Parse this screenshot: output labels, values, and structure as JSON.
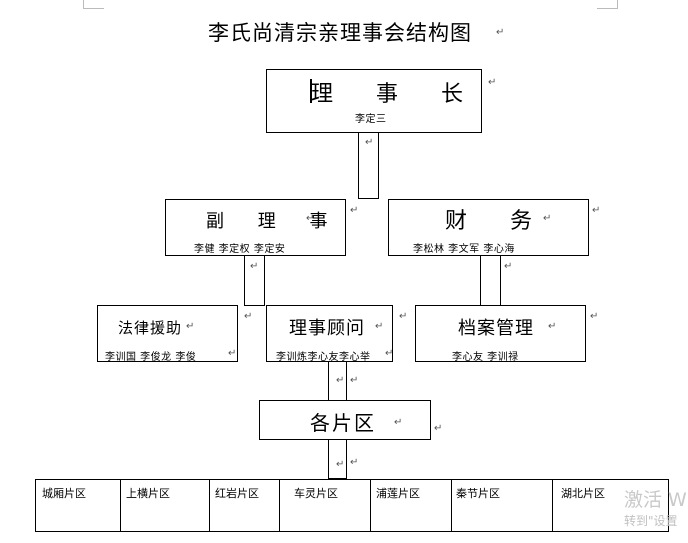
{
  "page": {
    "title": "李氏尚清宗亲理事会结构图"
  },
  "nodes": {
    "chairman": {
      "label": "理 事 长",
      "members": "李定三"
    },
    "vice": {
      "label": "副 理 事",
      "members": "李健 李定权 李定安"
    },
    "finance": {
      "label": "财 务",
      "members": "李松林 李文军 李心海"
    },
    "legal": {
      "label": "法律援助",
      "members": "李训国 李俊龙 李俊"
    },
    "advisor": {
      "label": "理事顾问",
      "members": "李训炼李心友李心举"
    },
    "archives": {
      "label": "档案管理",
      "members": "李心友 李训禄"
    },
    "districts": {
      "label": "各片区"
    }
  },
  "district_list": [
    "城厢片区",
    "上横片区",
    "红岩片区",
    "车灵片区",
    "浦莲片区",
    "秦节片区",
    "湖北片区"
  ],
  "watermark": {
    "line1": "激活 W",
    "line2": "转到\"设置"
  },
  "marks": {
    "paragraph": "↵"
  }
}
